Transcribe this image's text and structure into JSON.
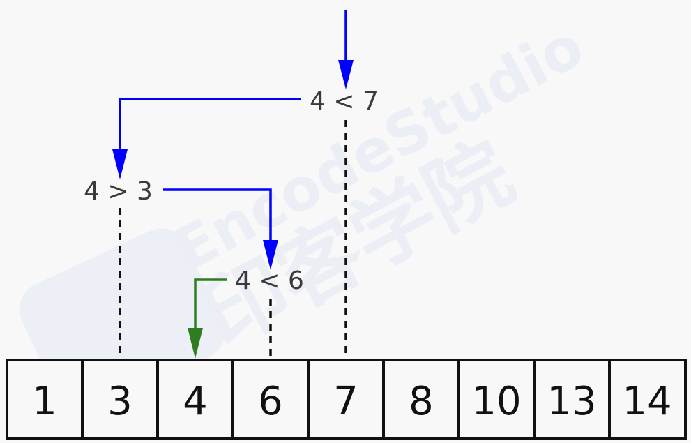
{
  "array": {
    "cells": [
      "1",
      "3",
      "4",
      "6",
      "7",
      "8",
      "10",
      "13",
      "14"
    ]
  },
  "comparisons": [
    {
      "label": "4 < 7"
    },
    {
      "label": "4 > 3"
    },
    {
      "label": "4 < 6"
    }
  ],
  "watermark": {
    "brand": "EncodeStudio",
    "cn": "印客学院"
  },
  "colors": {
    "search_path": "#0000ff",
    "final_step": "#2e7d1e",
    "background": "#f8f8f8",
    "guide": "#111111"
  }
}
